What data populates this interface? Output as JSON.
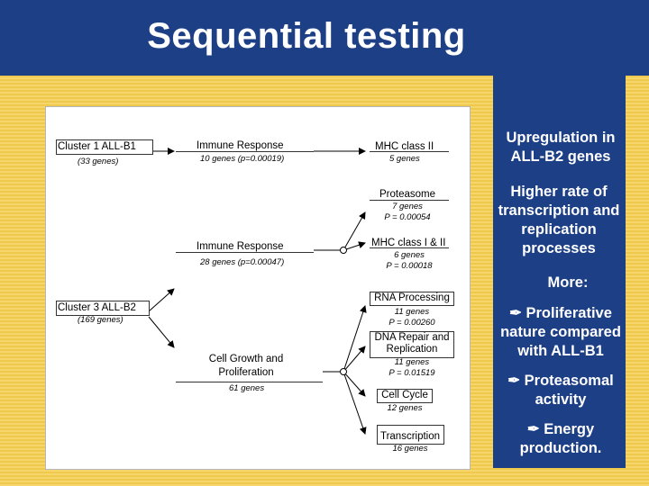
{
  "title": "Sequential testing",
  "diagram": {
    "cluster1": {
      "label": "Cluster 1 ALL-B1",
      "genes": "(33 genes)"
    },
    "cluster3": {
      "label": "Cluster 3 ALL-B2",
      "genes": "(169 genes)"
    },
    "immune1": {
      "label": "Immune Response",
      "sub": "10 genes (p=0.00019)"
    },
    "immune2": {
      "label": "Immune Response",
      "sub": "28 genes (p=0.00047)"
    },
    "growth": {
      "label1": "Cell Growth and",
      "label2": "Proliferation",
      "sub": "61 genes"
    },
    "mhc2": {
      "label": "MHC class II",
      "sub": "5 genes"
    },
    "proteasome": {
      "label": "Proteasome",
      "sub1": "7 genes",
      "sub2": "P = 0.00054"
    },
    "mhc12": {
      "label": "MHC class I & II",
      "sub1": "6 genes",
      "sub2": "P = 0.00018"
    },
    "rna": {
      "label": "RNA Processing",
      "sub1": "11 genes",
      "sub2": "P = 0.00260"
    },
    "dna": {
      "label1": "DNA Repair and",
      "label2": "Replication",
      "sub1": "11 genes",
      "sub2": "P = 0.01519"
    },
    "cellcycle": {
      "label": "Cell Cycle",
      "sub": "12 genes"
    },
    "transcription": {
      "label": "Transcription",
      "sub": "16 genes"
    }
  },
  "right_panel": {
    "upregulation": "Upregulation in ALL-B2 genes",
    "higher_rate": "Higher rate of transcription and replication processes",
    "more": "More:",
    "item1": "✒ Proliferative nature compared with ALL-B1",
    "item2": "✒ Proteasomal activity",
    "item3": "✒ Energy production."
  },
  "colors": {
    "header_bg": "#1d3f86",
    "band": "#f6d66a",
    "panel_text": "#ffffff"
  }
}
